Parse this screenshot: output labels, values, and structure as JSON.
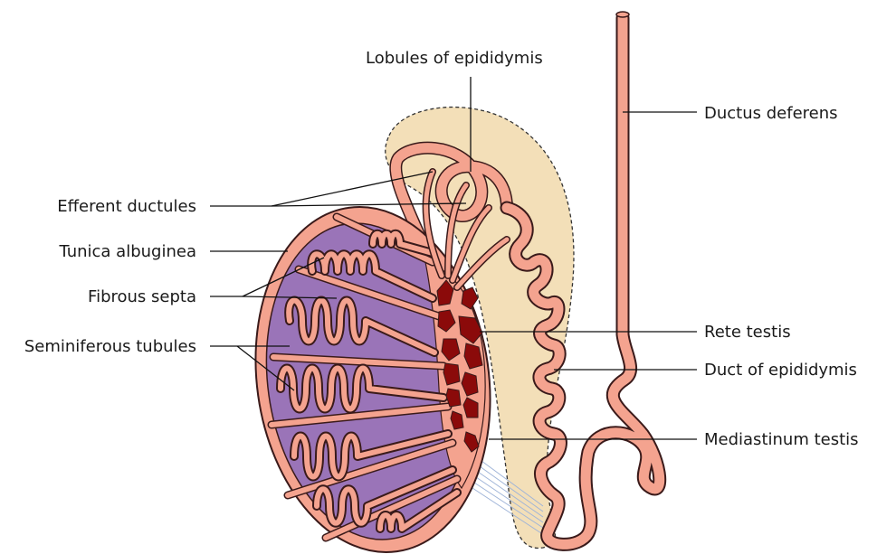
{
  "labels": {
    "lobules_of_epididymis": "Lobules of epididymis",
    "ductus_deferens": "Ductus deferens",
    "efferent_ductules": "Efferent ductules",
    "tunica_albuginea": "Tunica albuginea",
    "fibrous_septa": "Fibrous septa",
    "seminiferous_tubules": "Seminiferous tubules",
    "rete_testis": "Rete testis",
    "duct_of_epididymis": "Duct of epididymis",
    "mediastinum_testis": "Mediastinum testis"
  },
  "colors": {
    "tunica": "#f4a38f",
    "tubule_outline": "#3a1a1a",
    "lobule_fill": "#9a74b8",
    "epididymis_fill": "#f3dfb8",
    "rete": "#8b0a0a",
    "vessel_lines": "#9fb4d8"
  }
}
